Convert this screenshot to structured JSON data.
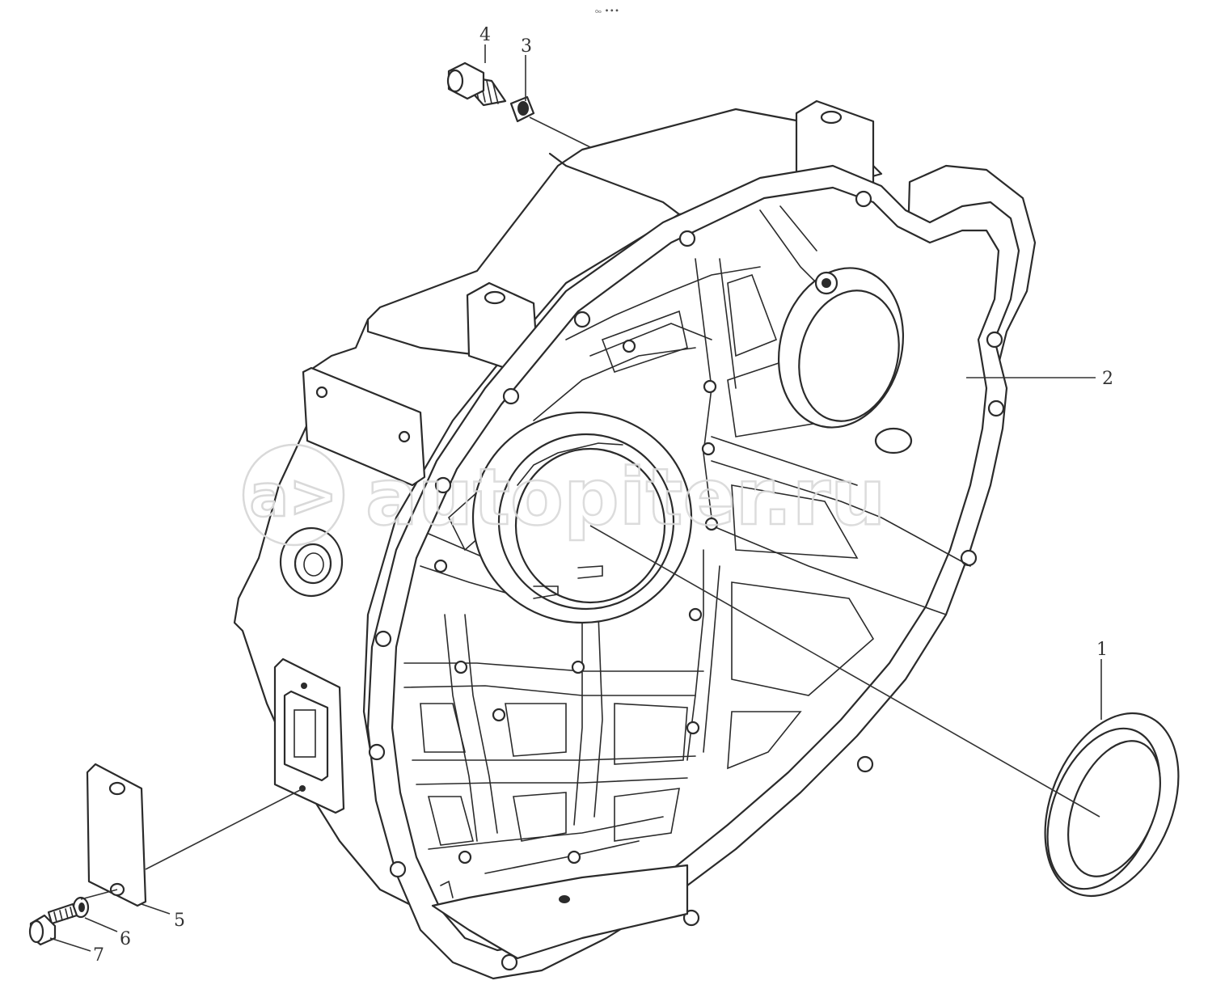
{
  "header": {
    "text": "₀ₒ ∙∙∙"
  },
  "watermark": {
    "logo": "a>",
    "text": "autopiter.ru"
  },
  "callouts": [
    {
      "id": "1",
      "label": "1"
    },
    {
      "id": "2",
      "label": "2"
    },
    {
      "id": "3",
      "label": "3"
    },
    {
      "id": "4",
      "label": "4"
    },
    {
      "id": "5",
      "label": "5"
    },
    {
      "id": "6",
      "label": "6"
    },
    {
      "id": "7",
      "label": "7"
    }
  ],
  "colors": {
    "line": "#2b2b2b",
    "watermark": "#d9d9d9",
    "background": "#ffffff"
  }
}
